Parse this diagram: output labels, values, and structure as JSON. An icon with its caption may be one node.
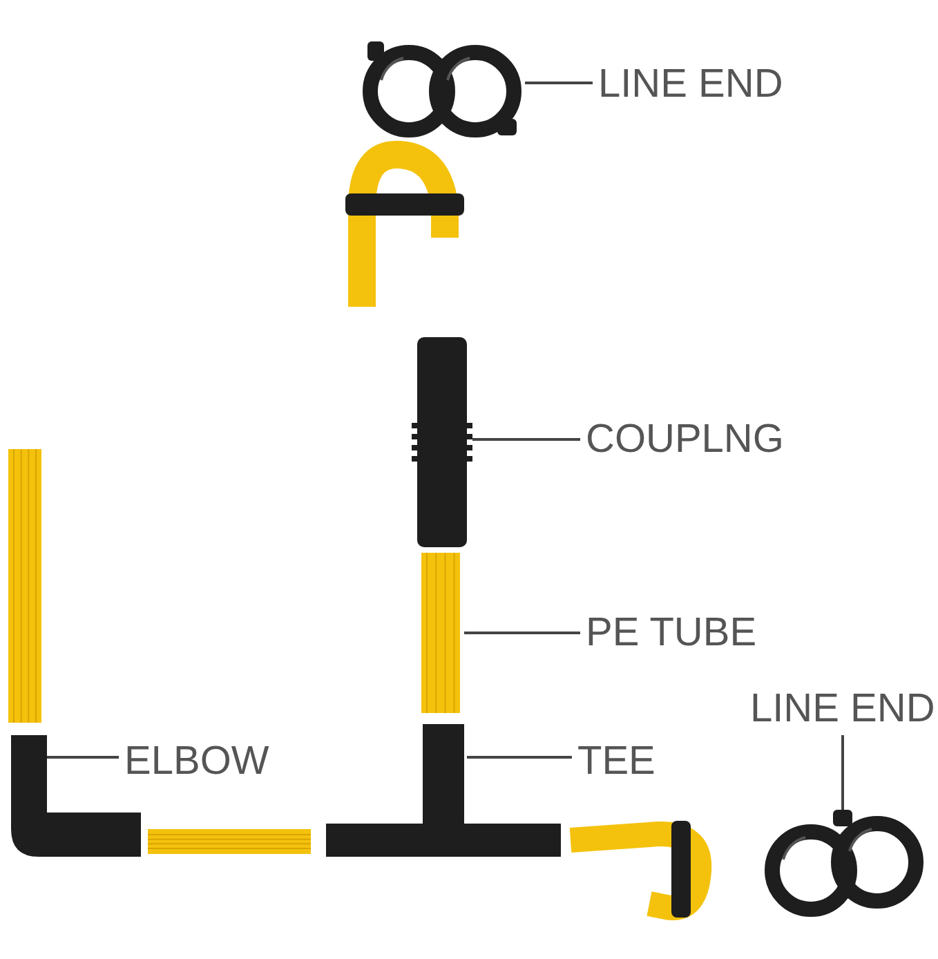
{
  "diagram": {
    "nodes": [
      {
        "text": [
          "LINE END"
        ]
      },
      {
        "text": [],
        "shape": "picture"
      },
      {
        "text": [
          "COUPLNG"
        ]
      },
      {
        "text": [],
        "shape": "picture"
      },
      {
        "text": [
          "PE TUBE"
        ]
      },
      {
        "text": [],
        "shape": "picture"
      },
      {
        "text": [
          "LINE END"
        ]
      },
      {
        "text": [],
        "shape": "picture"
      },
      {
        "text": [
          "ELBOW"
        ]
      },
      {
        "text": [],
        "shape": "picture"
      },
      {
        "text": [
          "TEE"
        ]
      },
      {
        "text": [],
        "shape": "picture"
      }
    ],
    "edges": [
      {
        "from": 0,
        "to": 1,
        "arrow": "none"
      },
      {
        "from": 2,
        "to": 3,
        "arrow": "none"
      },
      {
        "from": 4,
        "to": 5,
        "arrow": "none"
      },
      {
        "from": 6,
        "to": 7,
        "arrow": "none"
      },
      {
        "from": 8,
        "to": 9,
        "arrow": "none"
      },
      {
        "from": 10,
        "to": 11,
        "arrow": "none"
      }
    ]
  }
}
